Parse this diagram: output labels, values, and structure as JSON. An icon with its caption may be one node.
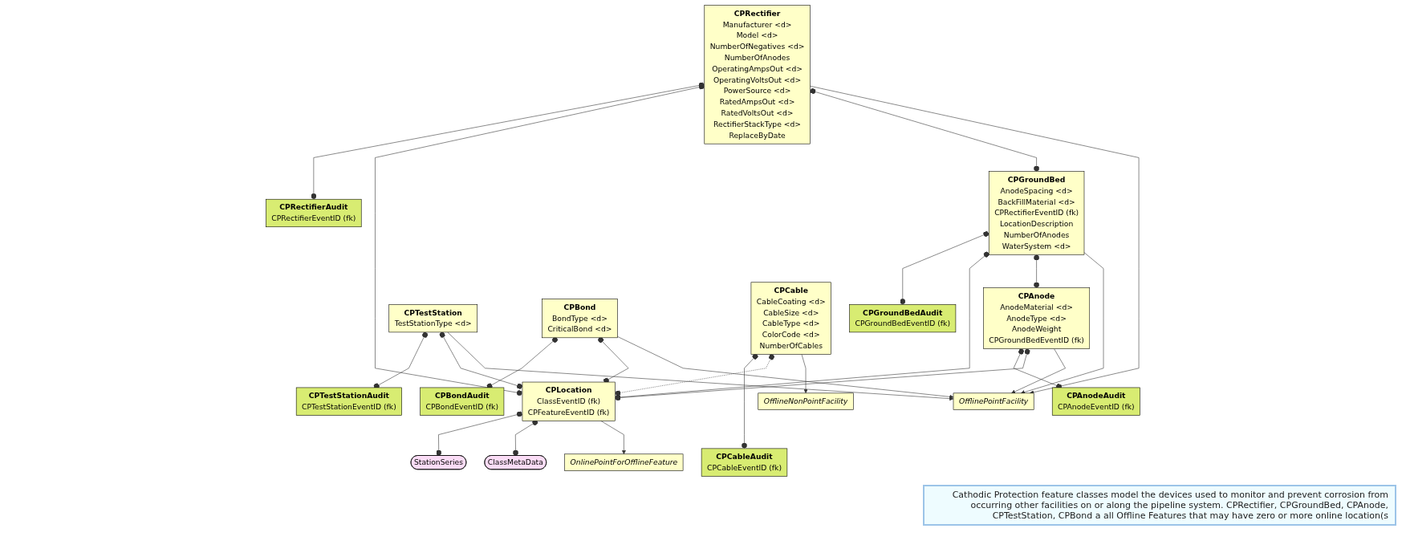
{
  "diagram": {
    "nodes": [
      {
        "text": [
          "OfflinePointFacility"
        ]
      },
      {
        "text": [
          "OnlinePointForOfflineFeature"
        ]
      },
      {
        "text": [
          "OfflineNonPointFacility"
        ]
      },
      {
        "text": [
          "CPRectifier",
          "Manufacturer <d>",
          "Model <d>",
          "NumberOfNegatives <d>",
          "NumberOfAnodes",
          "OperatingAmpsOut <d>",
          "OperatingVoltsOut <d>",
          "PowerSource <d>",
          "RatedAmpsOut <d>",
          "RatedVoltsOut <d>",
          "RectifierStackType <d>",
          "ReplaceByDate"
        ]
      },
      {
        "text": [
          "CPGroundBed",
          "AnodeSpacing <d>",
          "BackFillMaterial <d>",
          "CPRectifierEventID (fk)",
          "LocationDescription",
          "NumberOfAnodes",
          "WaterSystem <d>"
        ]
      },
      {
        "text": [
          "CPAnode",
          "AnodeMaterial <d>",
          "AnodeType <d>",
          "AnodeWeight",
          "CPGroundBedEventID (fk)"
        ]
      },
      {
        "text": [
          "CPTestStation",
          "TestStationType <d>"
        ]
      },
      {
        "text": [
          "CPBond",
          "BondType <d>",
          "CriticalBond <d>"
        ]
      },
      {
        "text": [
          "CPLocation",
          "ClassEventID (fk)",
          "CPFeatureEventID (fk)"
        ]
      },
      {
        "text": [
          "CPCable",
          "CableCoating <d>",
          "CableSize <d>",
          "CableType <d>",
          "ColorCode <d>",
          "NumberOfCables"
        ]
      },
      {
        "text": [
          "ClassMetaData"
        ]
      },
      {
        "text": [
          "StationSeries"
        ]
      },
      {
        "text": [
          "CPCableAudit",
          "CPCableEventID (fk)"
        ]
      },
      {
        "text": [
          "CPAnodeAudit",
          "CPAnodeEventID (fk)"
        ]
      },
      {
        "text": [
          "CPTestStationAudit",
          "CPTestStationEventID (fk)"
        ]
      },
      {
        "text": [
          "CPBondAudit",
          "CPBondEventID (fk)"
        ]
      },
      {
        "text": [
          "CPRectifierAudit",
          "CPRectifierEventID (fk)"
        ]
      },
      {
        "text": [
          "CPGroundBedAudit",
          "CPGroundBedEventID (fk)"
        ]
      }
    ],
    "edges": [
      {
        "from": 3,
        "to": 0,
        "arrow": "to"
      },
      {
        "from": 4,
        "to": 0,
        "arrow": "to"
      },
      {
        "from": 5,
        "to": 0,
        "arrow": "to"
      },
      {
        "from": 6,
        "to": 0,
        "arrow": "to"
      },
      {
        "from": 7,
        "to": 0,
        "arrow": "to"
      },
      {
        "from": 8,
        "to": 1,
        "arrow": "to"
      },
      {
        "from": 9,
        "to": 2,
        "arrow": "to"
      },
      {
        "from": 3,
        "to": 4,
        "arrow": "other"
      },
      {
        "from": 4,
        "to": 5,
        "arrow": "other"
      },
      {
        "from": 3,
        "to": 8,
        "arrow": "other"
      },
      {
        "from": 4,
        "to": 8,
        "arrow": "other"
      },
      {
        "from": 5,
        "to": 8,
        "arrow": "other"
      },
      {
        "from": 6,
        "to": 8,
        "arrow": "other"
      },
      {
        "from": 7,
        "to": 8,
        "arrow": "other"
      },
      {
        "from": 9,
        "to": 8,
        "arrow": "other",
        "style": "dashed"
      },
      {
        "from": 8,
        "to": 10,
        "arrow": "other"
      },
      {
        "from": 8,
        "to": 11,
        "arrow": "other"
      },
      {
        "from": 9,
        "to": 12,
        "arrow": "other"
      },
      {
        "from": 5,
        "to": 13,
        "arrow": "other"
      },
      {
        "from": 6,
        "to": 14,
        "arrow": "other"
      },
      {
        "from": 7,
        "to": 15,
        "arrow": "other"
      },
      {
        "from": 3,
        "to": 16,
        "arrow": "other"
      },
      {
        "from": 4,
        "to": 17,
        "arrow": "other"
      }
    ],
    "labels": [
      "Cathodic Protection feature classes model the devices used to monitor and prevent corrosion from occurring other facilities on or along the pipeline system. CPRectifier, CPGroundBed, CPAnode, CPTestStation, CPBond a all Offline Features that may have zero or more online location(s"
    ]
  }
}
